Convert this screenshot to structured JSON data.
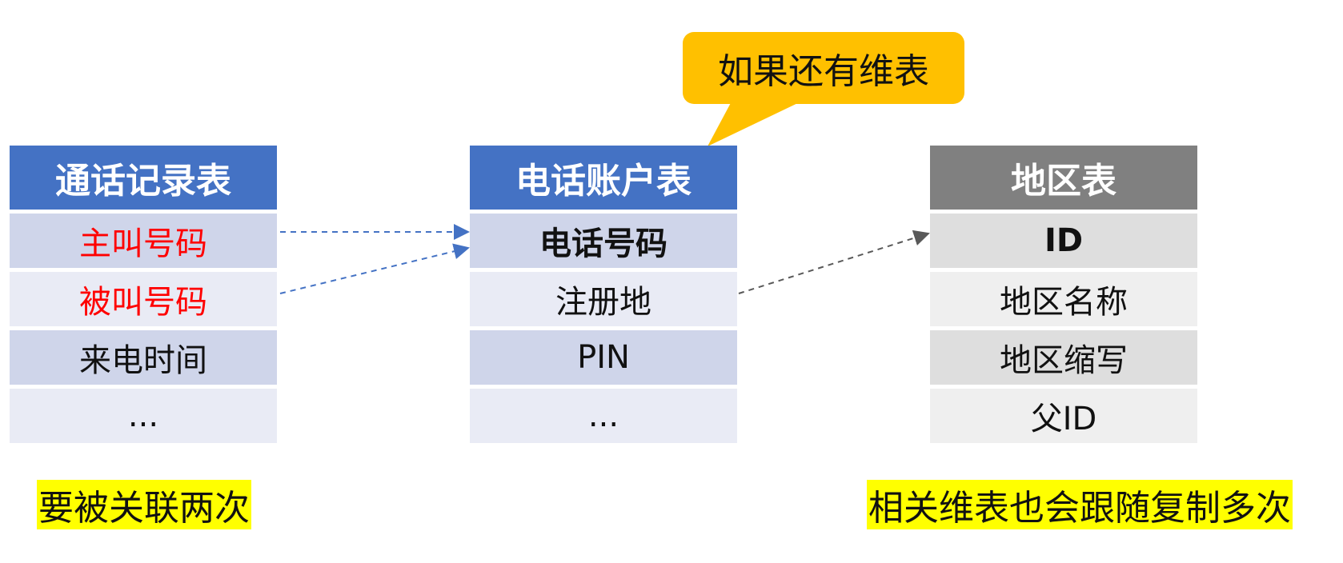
{
  "callout": {
    "text": "如果还有维表",
    "color": "#ffc000"
  },
  "tables": {
    "call_records": {
      "title": "通话记录表",
      "header_color": "#4472c4",
      "rows": [
        "主叫号码",
        "被叫号码",
        "来电时间",
        "..."
      ]
    },
    "phone_account": {
      "title": "电话账户表",
      "header_color": "#4472c4",
      "rows": [
        "电话号码",
        "注册地",
        "PIN",
        "..."
      ]
    },
    "region": {
      "title": "地区表",
      "header_color": "#808080",
      "rows": [
        "ID",
        "地区名称",
        "地区缩写",
        "父ID"
      ]
    }
  },
  "notes": {
    "left": "要被关联两次",
    "right": "相关维表也会跟随复制多次",
    "highlight_color": "#ffff00"
  },
  "colors": {
    "red_text": "#ff0000",
    "blue_arrow": "#4472c4",
    "gray_arrow": "#595959"
  }
}
